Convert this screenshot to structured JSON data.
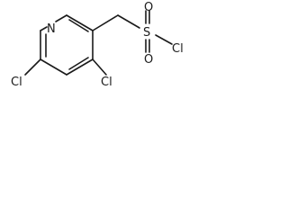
{
  "molecule": {
    "atoms": {
      "ring_nitrogen": "N",
      "sulfur": "S",
      "oxygen_top": "O",
      "oxygen_bottom": "O",
      "chlorine_sulfonyl": "Cl",
      "chlorine_ring_left": "Cl",
      "chlorine_ring_right": "Cl"
    }
  },
  "colors": {
    "ink": "#1a1a1a",
    "background": "#ffffff"
  }
}
